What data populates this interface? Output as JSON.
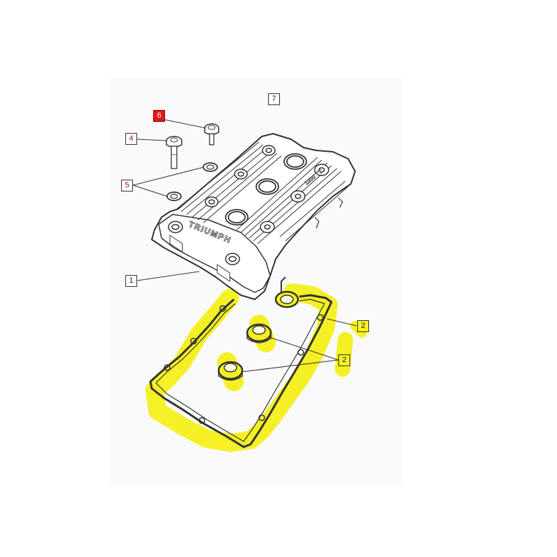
{
  "callouts": {
    "c1": "1",
    "c2a": "2",
    "c2b": "2",
    "c4": "4",
    "c5": "5",
    "c6": "6",
    "c7": "7"
  },
  "part_text": {
    "cover_logo": "TRIUMPH",
    "cover_side": "1200 TT"
  },
  "colors": {
    "highlight": "#f4f01a",
    "selected_callout": "#e8141b",
    "line": "#333333"
  }
}
